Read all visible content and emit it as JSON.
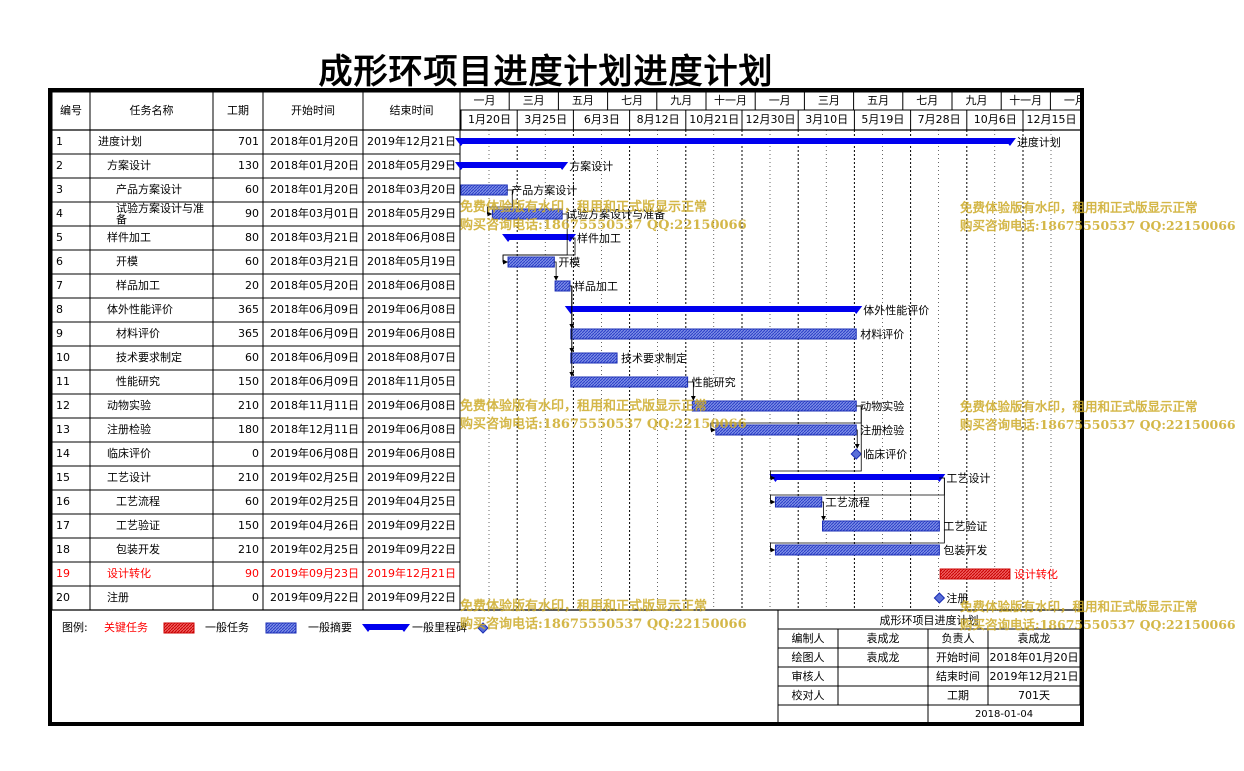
{
  "title": "成形环项目进度计划进度计划",
  "columns": {
    "id": "编号",
    "name": "任务名称",
    "duration": "工期",
    "start": "开始时间",
    "end": "结束时间"
  },
  "timeline": {
    "months": [
      "一月",
      "三月",
      "五月",
      "七月",
      "九月",
      "十一月",
      "一月",
      "三月",
      "五月",
      "七月",
      "九月",
      "十一月",
      "一月"
    ],
    "weeks": [
      "1月20日",
      "3月25日",
      "6月3日",
      "8月12日",
      "10月21日",
      "12月30日",
      "3月10日",
      "5月19日",
      "7月28日",
      "10月6日",
      "12月15日"
    ]
  },
  "colors": {
    "summary": "#0000ee",
    "task": "#5a6fd8",
    "critical": "#ee2222",
    "line": "#000000",
    "watermark": "#ccaa28"
  },
  "legend": {
    "label": "图例:",
    "critical": "关键任务",
    "normal": "一般任务",
    "summary": "一般摘要",
    "milestone": "一般里程碑"
  },
  "info_box": {
    "title": "成形环项目进度计划",
    "rows": [
      [
        "编制人",
        "袁成龙",
        "负责人",
        "袁成龙"
      ],
      [
        "绘图人",
        "袁成龙",
        "开始时间",
        "2018年01月20日"
      ],
      [
        "审核人",
        "",
        "结束时间",
        "2019年12月21日"
      ],
      [
        "校对人",
        "",
        "工期",
        "701天"
      ]
    ],
    "date": "2018-01-04"
  },
  "watermark": {
    "line1": "免费体验版有水印，租用和正式版显示正常",
    "line2": "购买咨询电话:18675550537 QQ:22150066"
  },
  "chart_data": {
    "type": "gantt",
    "date_range": [
      "2018-01-20",
      "2019-12-21"
    ],
    "tasks": [
      {
        "id": "1",
        "name": "进度计划",
        "duration": "701",
        "start": "2018年01月20日",
        "end": "2019年12月21日",
        "kind": "summary",
        "indent": 0,
        "start_date": "2018-01-20",
        "end_date": "2019-12-21",
        "bar_label": "进度计划"
      },
      {
        "id": "2",
        "name": "方案设计",
        "duration": "130",
        "start": "2018年01月20日",
        "end": "2018年05月29日",
        "kind": "summary",
        "indent": 1,
        "start_date": "2018-01-20",
        "end_date": "2018-05-29",
        "bar_label": "方案设计"
      },
      {
        "id": "3",
        "name": "产品方案设计",
        "duration": "60",
        "start": "2018年01月20日",
        "end": "2018年03月20日",
        "kind": "task",
        "indent": 2,
        "start_date": "2018-01-20",
        "end_date": "2018-03-20",
        "bar_label": "产品方案设计"
      },
      {
        "id": "4",
        "name": "试验方案设计与准备",
        "duration": "90",
        "start": "2018年03月01日",
        "end": "2018年05月29日",
        "kind": "task",
        "indent": 2,
        "start_date": "2018-03-01",
        "end_date": "2018-05-29",
        "bar_label": "试验方案设计与准备"
      },
      {
        "id": "5",
        "name": "样件加工",
        "duration": "80",
        "start": "2018年03月21日",
        "end": "2018年06月08日",
        "kind": "summary",
        "indent": 1,
        "start_date": "2018-03-21",
        "end_date": "2018-06-08",
        "bar_label": "样件加工"
      },
      {
        "id": "6",
        "name": "开模",
        "duration": "60",
        "start": "2018年03月21日",
        "end": "2018年05月19日",
        "kind": "task",
        "indent": 2,
        "start_date": "2018-03-21",
        "end_date": "2018-05-19",
        "bar_label": "开模"
      },
      {
        "id": "7",
        "name": "样品加工",
        "duration": "20",
        "start": "2018年05月20日",
        "end": "2018年06月08日",
        "kind": "task",
        "indent": 2,
        "start_date": "2018-05-20",
        "end_date": "2018-06-08",
        "bar_label": "样品加工"
      },
      {
        "id": "8",
        "name": "体外性能评价",
        "duration": "365",
        "start": "2018年06月09日",
        "end": "2019年06月08日",
        "kind": "summary",
        "indent": 1,
        "start_date": "2018-06-09",
        "end_date": "2019-06-08",
        "bar_label": "体外性能评价"
      },
      {
        "id": "9",
        "name": "材料评价",
        "duration": "365",
        "start": "2018年06月09日",
        "end": "2019年06月08日",
        "kind": "task",
        "indent": 2,
        "start_date": "2018-06-09",
        "end_date": "2019-06-08",
        "bar_label": "材料评价"
      },
      {
        "id": "10",
        "name": "技术要求制定",
        "duration": "60",
        "start": "2018年06月09日",
        "end": "2018年08月07日",
        "kind": "task",
        "indent": 2,
        "start_date": "2018-06-09",
        "end_date": "2018-08-07",
        "bar_label": "技术要求制定"
      },
      {
        "id": "11",
        "name": "性能研究",
        "duration": "150",
        "start": "2018年06月09日",
        "end": "2018年11月05日",
        "kind": "task",
        "indent": 2,
        "start_date": "2018-06-09",
        "end_date": "2018-11-05",
        "bar_label": "性能研究"
      },
      {
        "id": "12",
        "name": "动物实验",
        "duration": "210",
        "start": "2018年11月11日",
        "end": "2019年06月08日",
        "kind": "task",
        "indent": 1,
        "start_date": "2018-11-11",
        "end_date": "2019-06-08",
        "bar_label": "动物实验"
      },
      {
        "id": "13",
        "name": "注册检验",
        "duration": "180",
        "start": "2018年12月11日",
        "end": "2019年06月08日",
        "kind": "task",
        "indent": 1,
        "start_date": "2018-12-11",
        "end_date": "2019-06-08",
        "bar_label": "注册检验"
      },
      {
        "id": "14",
        "name": "临床评价",
        "duration": "0",
        "start": "2019年06月08日",
        "end": "2019年06月08日",
        "kind": "milestone",
        "indent": 1,
        "start_date": "2019-06-08",
        "end_date": "2019-06-08",
        "bar_label": "临床评价"
      },
      {
        "id": "15",
        "name": "工艺设计",
        "duration": "210",
        "start": "2019年02月25日",
        "end": "2019年09月22日",
        "kind": "summary",
        "indent": 1,
        "start_date": "2019-02-25",
        "end_date": "2019-09-22",
        "bar_label": "工艺设计"
      },
      {
        "id": "16",
        "name": "工艺流程",
        "duration": "60",
        "start": "2019年02月25日",
        "end": "2019年04月25日",
        "kind": "task",
        "indent": 2,
        "start_date": "2019-02-25",
        "end_date": "2019-04-25",
        "bar_label": "工艺流程"
      },
      {
        "id": "17",
        "name": "工艺验证",
        "duration": "150",
        "start": "2019年04月26日",
        "end": "2019年09月22日",
        "kind": "task",
        "indent": 2,
        "start_date": "2019-04-26",
        "end_date": "2019-09-22",
        "bar_label": "工艺验证"
      },
      {
        "id": "18",
        "name": "包装开发",
        "duration": "210",
        "start": "2019年02月25日",
        "end": "2019年09月22日",
        "kind": "task",
        "indent": 2,
        "start_date": "2019-02-25",
        "end_date": "2019-09-22",
        "bar_label": "包装开发"
      },
      {
        "id": "19",
        "name": "设计转化",
        "duration": "90",
        "start": "2019年09月23日",
        "end": "2019年12月21日",
        "kind": "critical",
        "indent": 1,
        "start_date": "2019-09-23",
        "end_date": "2019-12-21",
        "bar_label": "设计转化"
      },
      {
        "id": "20",
        "name": "注册",
        "duration": "0",
        "start": "2019年09月22日",
        "end": "2019年09月22日",
        "kind": "milestone",
        "indent": 1,
        "start_date": "2019-09-22",
        "end_date": "2019-09-22",
        "bar_label": "注册"
      }
    ]
  }
}
